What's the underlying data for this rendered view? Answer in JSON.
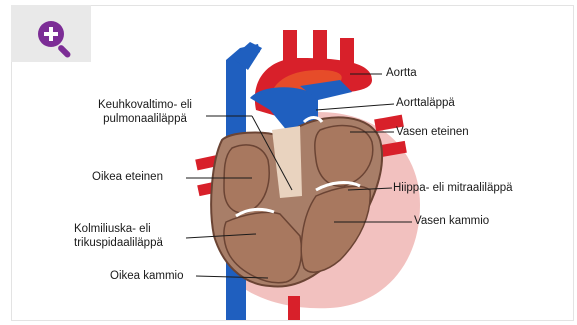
{
  "zoom": {
    "icon": "zoom-in-icon",
    "color": "#7c2d96"
  },
  "labels": {
    "aortta": "Aortta",
    "aorttalappa": "Aorttaläppä",
    "vasen_eteinen": "Vasen eteinen",
    "hiippa": "Hiippa- eli mitraaliläppä",
    "vasen_kammio": "Vasen kammio",
    "keuhko_line1": "Keuhkovaltimo- eli",
    "keuhko_line2": "pulmonaaliläppä",
    "oikea_eteinen": "Oikea eteinen",
    "kolmi_line1": "Kolmiliuska- eli",
    "kolmi_line2": "trikuspidaaliläppä",
    "oikea_kammio": "Oikea kammio"
  },
  "colors": {
    "vein_blue": "#1f5fbf",
    "artery_red": "#d8202a",
    "muscle": "#a87e68",
    "muscle_dark": "#6b4434",
    "chamber": "#a8785f",
    "outer_pink": "#f2c1bf",
    "valve": "#e9d3bf"
  }
}
